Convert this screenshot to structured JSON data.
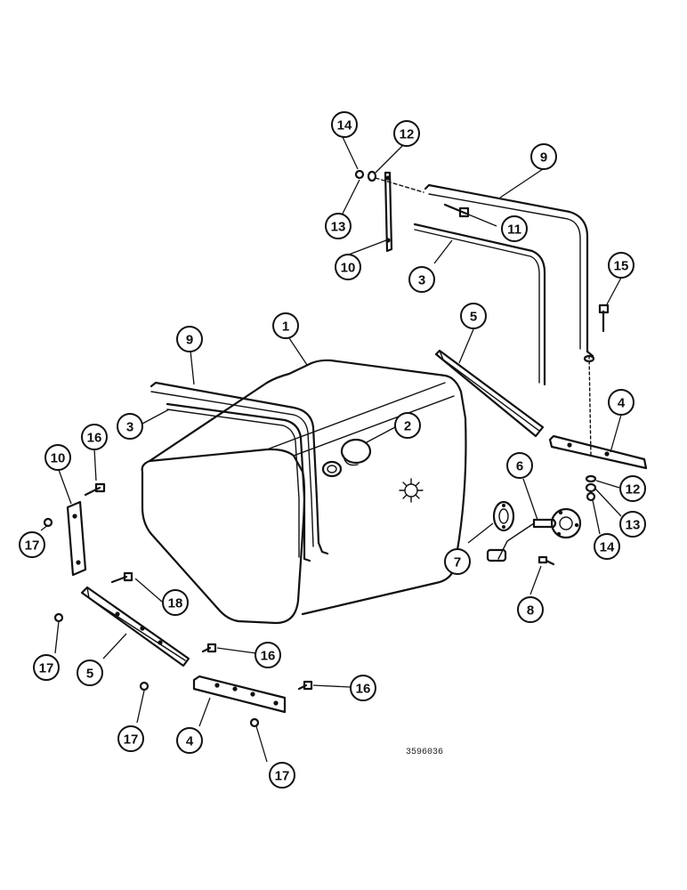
{
  "drawing_code": "3596036",
  "callouts": [
    {
      "label": "14"
    },
    {
      "label": "12"
    },
    {
      "label": "13"
    },
    {
      "label": "9"
    },
    {
      "label": "11"
    },
    {
      "label": "10"
    },
    {
      "label": "3"
    },
    {
      "label": "15"
    },
    {
      "label": "1"
    },
    {
      "label": "5"
    },
    {
      "label": "9"
    },
    {
      "label": "2"
    },
    {
      "label": "3"
    },
    {
      "label": "16"
    },
    {
      "label": "10"
    },
    {
      "label": "4"
    },
    {
      "label": "6"
    },
    {
      "label": "12"
    },
    {
      "label": "13"
    },
    {
      "label": "17"
    },
    {
      "label": "7"
    },
    {
      "label": "14"
    },
    {
      "label": "8"
    },
    {
      "label": "18"
    },
    {
      "label": "17"
    },
    {
      "label": "5"
    },
    {
      "label": "16"
    },
    {
      "label": "16"
    },
    {
      "label": "17"
    },
    {
      "label": "4"
    },
    {
      "label": "17"
    }
  ]
}
